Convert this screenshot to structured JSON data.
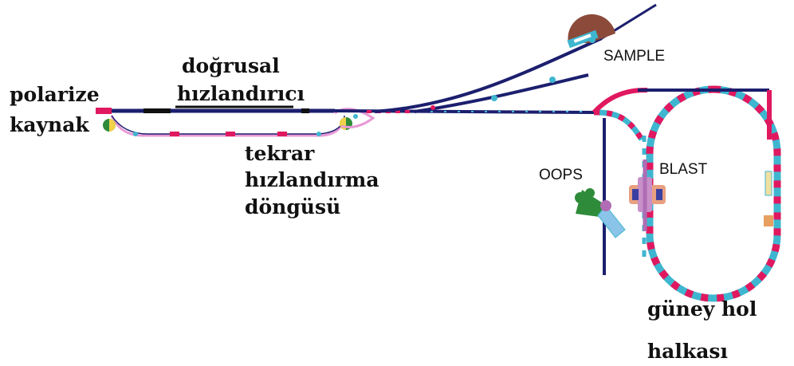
{
  "labels": {
    "polarized_source_line1": "polarize",
    "polarized_source_line2": "kaynak",
    "linac_line1": "doğrusal",
    "linac_line2": "hızlandırıcı",
    "recirc_line1": "tekrar",
    "recirc_line2": "hızlandırma",
    "recirc_line3": "döngüsü",
    "sample": "SAMPLE",
    "oops": "OOPS",
    "blast": "BLAST",
    "south_hall_line1": "güney hol",
    "south_hall_line2": "halkası"
  },
  "colors": {
    "beamline": "#1c1f6e",
    "magenta": "#e0185f",
    "cyan": "#3fb6d0",
    "pink_light": "#e89ad6",
    "brown": "#8b4a3a",
    "green": "#2e8b3a",
    "orange": "#e8a060"
  }
}
